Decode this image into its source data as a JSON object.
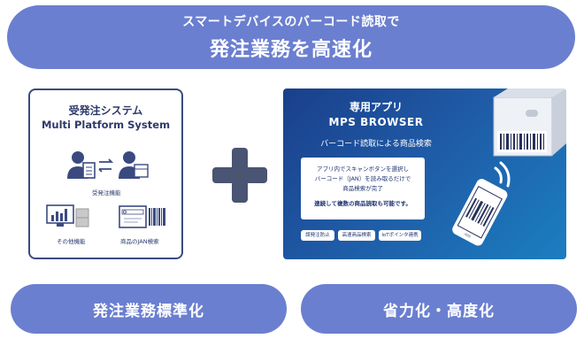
{
  "header": {
    "line1": "スマートデバイスのバーコード読取で",
    "line2": "発注業務を高速化"
  },
  "system_card": {
    "title_ja": "受発注システム",
    "title_en": "Multi Platform System",
    "features": [
      {
        "label": "受発注機能",
        "icon": "order-transfer-icon"
      },
      {
        "label": "その他機能",
        "icon": "dashboard-chart-icon"
      },
      {
        "label": "商品のJAN検索",
        "icon": "jan-search-icon"
      }
    ]
  },
  "app_card": {
    "title": "専用アプリ",
    "name": "MPS BROWSER",
    "subtitle": "バーコード読取による商品検索",
    "description": [
      "アプリ内でスキャンボタンを選択し",
      "バーコード（JAN）を読み取るだけで",
      "商品検索が完了"
    ],
    "note": "連続して複数の商品読取も可能です。",
    "tags": [
      "誤発注防止",
      "高速商品検索",
      "IoTポインタ連携"
    ]
  },
  "bottom": {
    "left": "発注業務標準化",
    "right": "省力化・高度化"
  },
  "colors": {
    "pill": "#6b7fd0",
    "navy": "#2d3a6b",
    "app_gradient_start": "#1a3f8a",
    "app_gradient_end": "#1b7ec0"
  }
}
